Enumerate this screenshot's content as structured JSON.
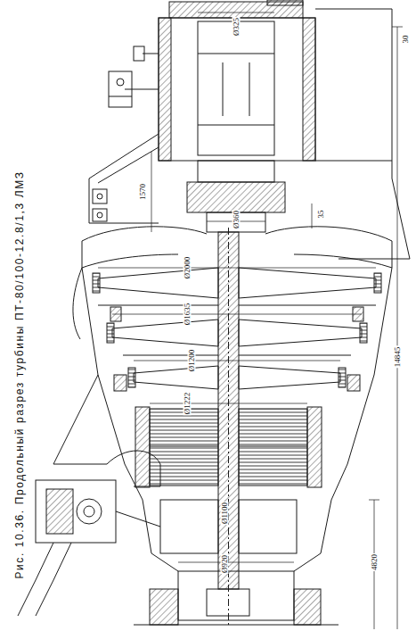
{
  "diagram": {
    "caption": "Рис. 10.36. Продольный разрез турбины ПТ-80/100-12.8/1,3 ЛМЗ",
    "labels": [
      "Ø325",
      "30",
      "1570",
      "Ø360",
      "35",
      "Ø2000",
      "Ø1635",
      "Ø1200",
      "Ø1222",
      "Ø1100",
      "Ø920",
      "4820",
      "14845"
    ]
  }
}
